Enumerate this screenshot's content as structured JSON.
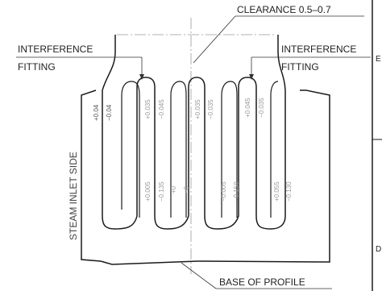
{
  "labels": {
    "clearance": "CLEARANCE  0.5–0.7",
    "interference_left_line1": "INTERFERENCE",
    "interference_left_line2": "FITTING",
    "interference_right_line1": "INTERFERENCE",
    "interference_right_line2": "FITTING",
    "steam_inlet_side": "STEAM  INLET  SIDE",
    "base_of_profile": "BASE  OF  PROFILE",
    "border_letter_top": "E",
    "border_letter_bottom": "D"
  },
  "tolerances": {
    "slot1_left": "+0.04",
    "slot1_right": "−0.04",
    "slot2_left_top": "+0.035",
    "slot2_right_top": "−0.045",
    "slot2_left_bottom": "+0.005",
    "slot2_right_bottom": "−0.135",
    "slot3_left_top": "+0.035",
    "slot3_right_top": "−0.035",
    "slot3_left_bottom": "+0",
    "slot3_right_bottom": "−0",
    "slot4_left_top": "+0.045",
    "slot4_right_top": "−0.035",
    "slot4_left_bottom": "−0.005",
    "slot4_right_bottom": "−0.150",
    "slot5_left_bottom": "+0.055",
    "slot5_right_bottom": "−0.130"
  },
  "colors": {
    "outline": "#1a1a1a",
    "thin_line": "#333333",
    "center_line": "#999999",
    "tolerance_text": "#9a9a9a"
  }
}
